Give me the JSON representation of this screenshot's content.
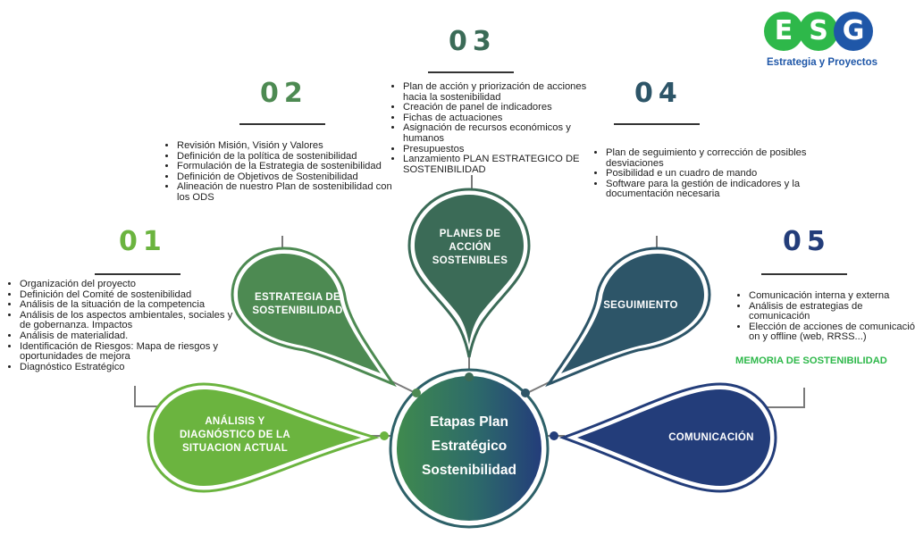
{
  "colors": {
    "step1": "#6bb43f",
    "step2": "#4d8a52",
    "step3": "#3b6b57",
    "step4": "#2d5568",
    "step5": "#233d7a",
    "accent_green": "#2eb84a",
    "logo_blue": "#1f57a8",
    "connector": "#7a7a7a"
  },
  "center": {
    "line1": "Etapas Plan",
    "line2": "Estratégico",
    "line3": "Sostenibilidad"
  },
  "steps": [
    {
      "number": "01",
      "label_line1": "ANÁLISIS Y",
      "label_line2": "DIAGNÓSTICO DE LA",
      "label_line3": "SITUACION ACTUAL",
      "bullets": [
        "Organización del proyecto",
        "Definición del Comité de sostenibilidad",
        "Análisis de la situación de la competencia",
        "Análisis de los aspectos ambientales, sociales y de gobernanza. Impactos",
        "Análisis de materialidad.",
        "Identificación de Riesgos: Mapa de riesgos y oportunidades de mejora",
        "Diagnóstico Estratégico"
      ]
    },
    {
      "number": "02",
      "label_line1": "ESTRATEGIA DE",
      "label_line2": "SOSTENIBILIDAD",
      "bullets": [
        "Revisión Misión, Visión y Valores",
        "Definición de la política de sostenibilidad",
        "Formulación de la Estrategia de sostenibilidad",
        "Definición de Objetivos de Sostenibilidad",
        "Alineación de nuestro Plan de sostenibilidad con los ODS"
      ]
    },
    {
      "number": "03",
      "label_line1": "PLANES DE",
      "label_line2": "ACCIÓN",
      "label_line3": "SOSTENIBLES",
      "bullets": [
        "Plan de acción y priorización de acciones hacia la sostenibilidad",
        "Creación de panel de indicadores",
        "Fichas de actuaciones",
        "Asignación de recursos económicos y humanos",
        "Presupuestos",
        "Lanzamiento PLAN ESTRATEGICO DE SOSTENIBILIDAD"
      ]
    },
    {
      "number": "04",
      "label_line1": "SEGUIMIENTO",
      "bullets": [
        "Plan de seguimiento y corrección de posibles desviaciones",
        "Posibilidad e un cuadro de mando",
        "Software para la gestión de indicadores y la documentación necesaria"
      ]
    },
    {
      "number": "05",
      "label_line1": "COMUNICACIÓN",
      "bullets": [
        "Comunicación interna y externa",
        "Análisis de estrategias de comunicación",
        "Elección de acciones de comunicación: on y offline (web, RRSS...)"
      ],
      "highlight": "MEMORIA DE SOSTENIBILIDAD"
    }
  ],
  "logo": {
    "letter1": "E",
    "letter2": "S",
    "letter3": "G",
    "subtitle": "Estrategia y Proyectos"
  }
}
